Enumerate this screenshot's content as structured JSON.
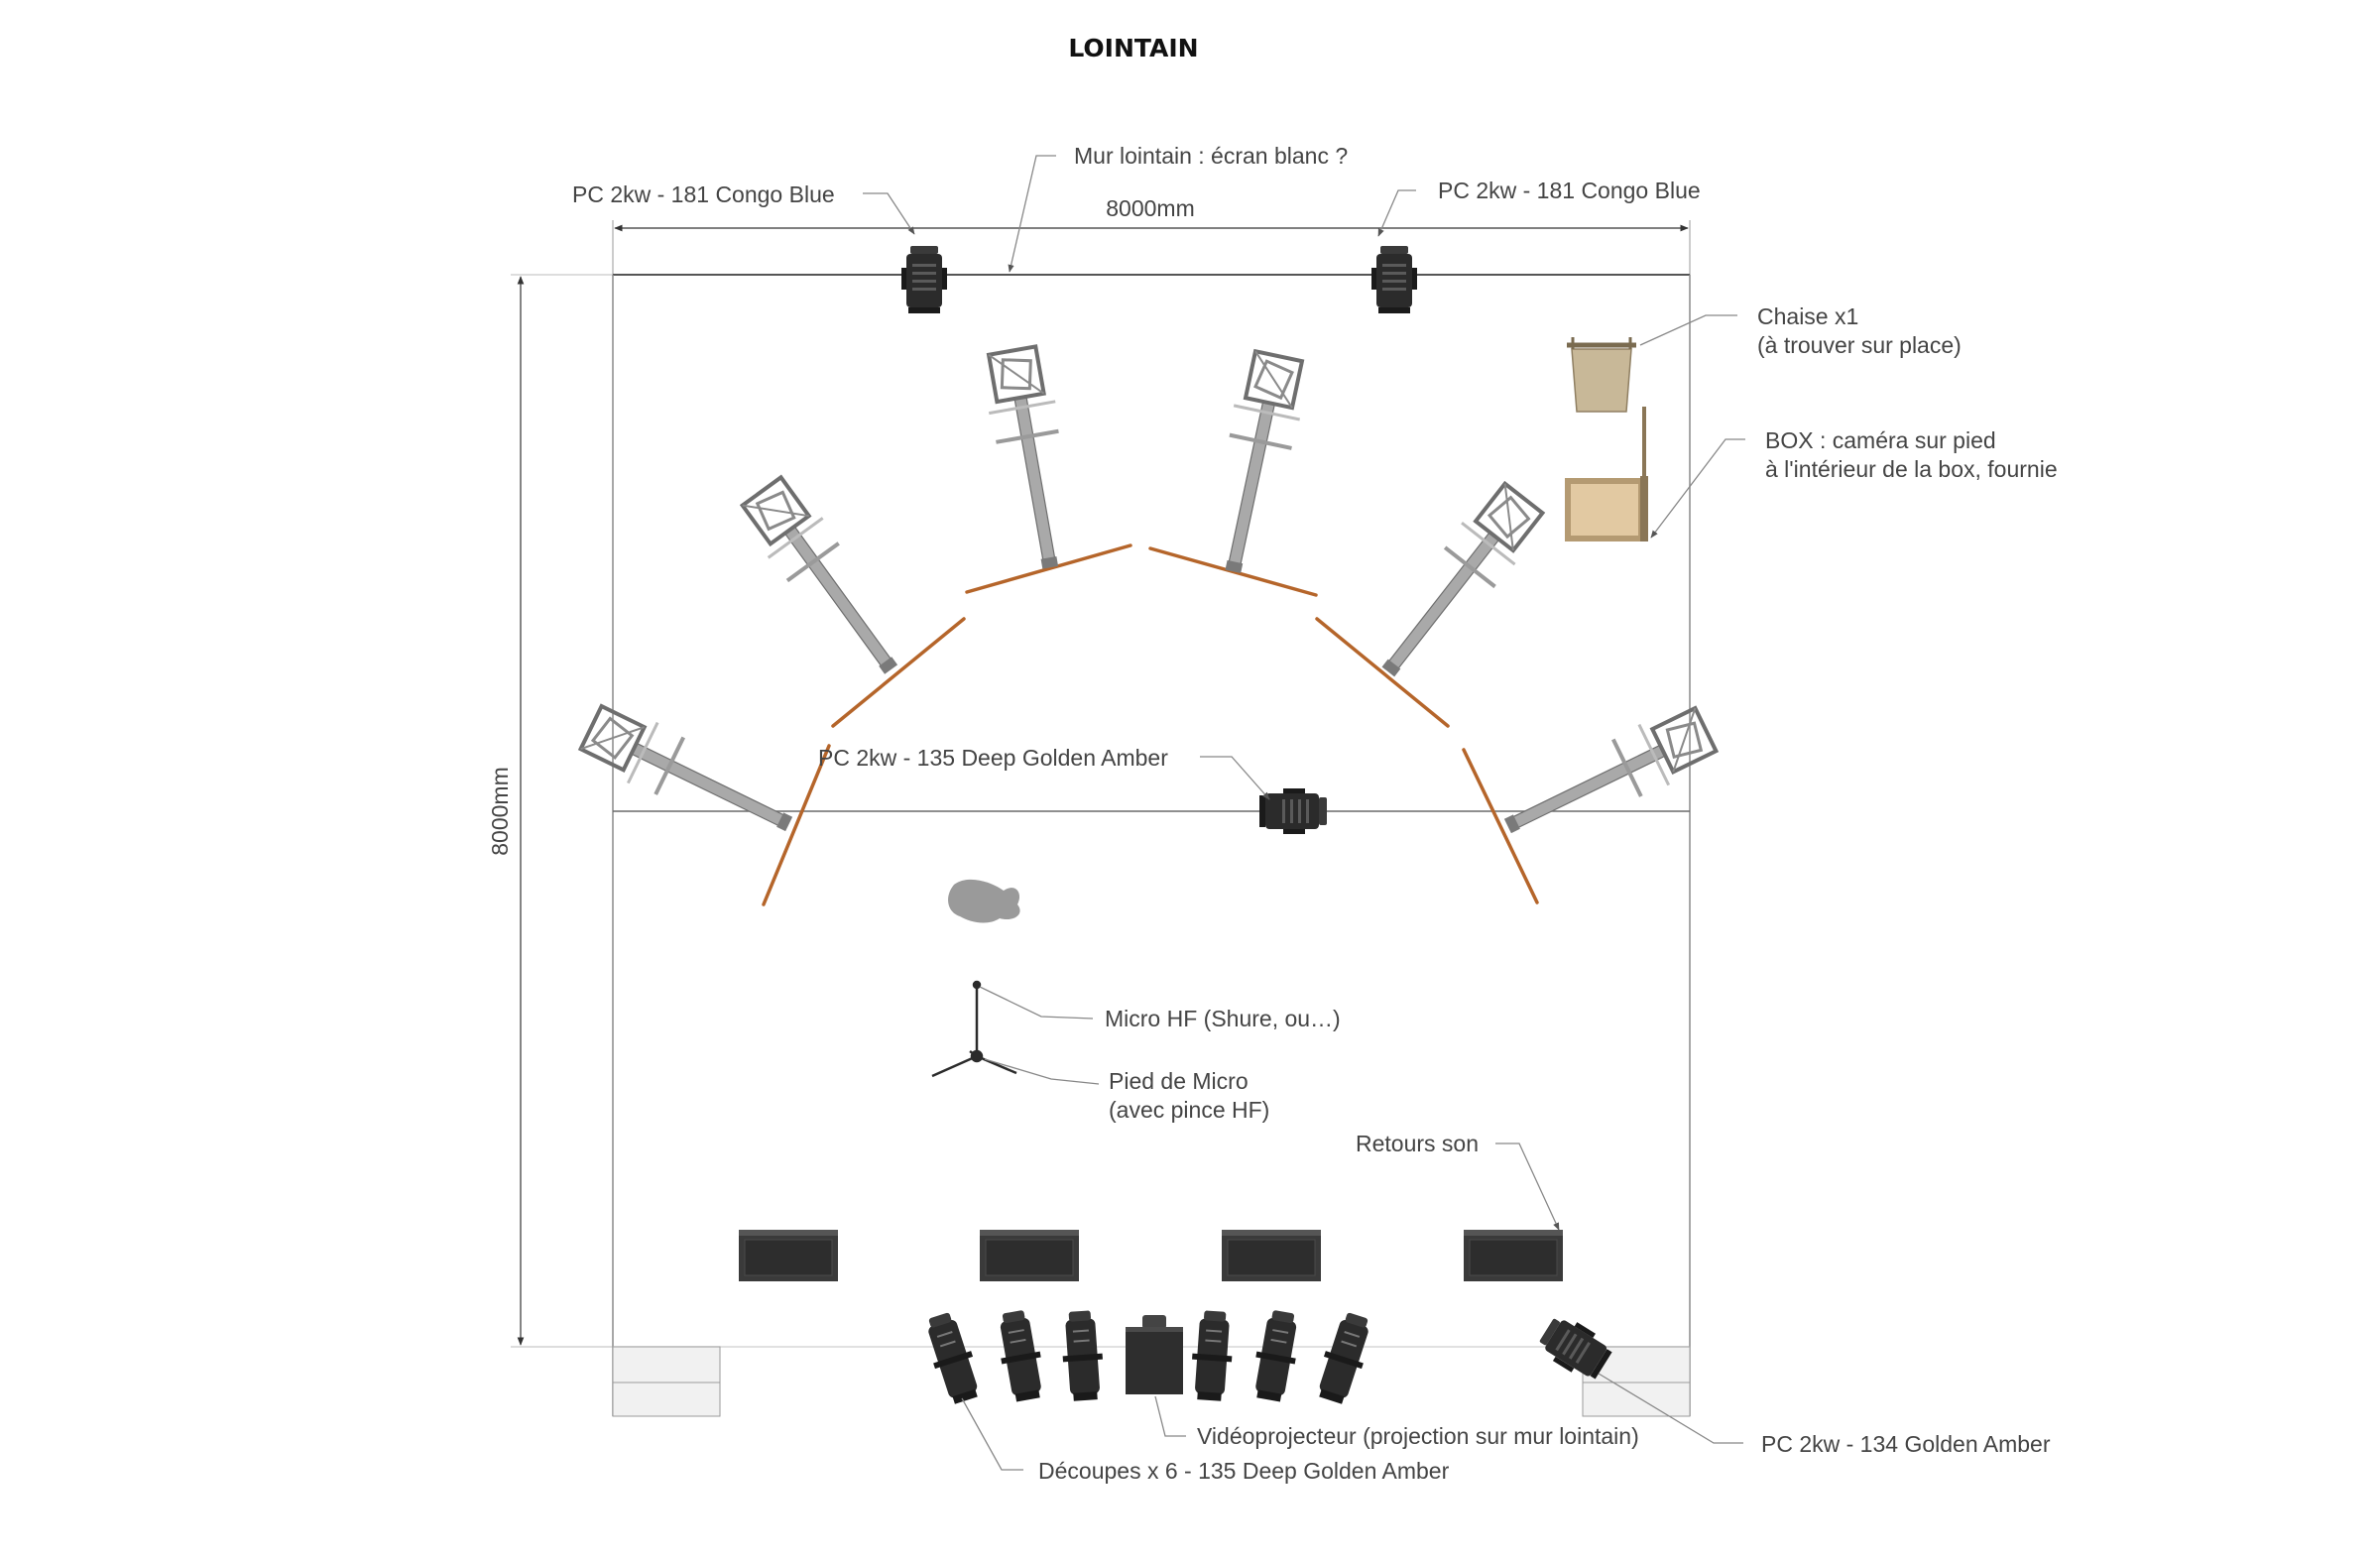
{
  "diagram": {
    "title": "LOINTAIN",
    "dim_width": "8000mm",
    "dim_depth": "8000mm",
    "labels": {
      "mur": "Mur lointain : écran blanc ?",
      "pc_blue_left": "PC 2kw - 181 Congo Blue",
      "pc_blue_right": "PC 2kw - 181 Congo Blue",
      "chaise_1": "Chaise x1",
      "chaise_2": "(à trouver sur place)",
      "box_1": "BOX : caméra sur pied",
      "box_2": "à l'intérieur de la box, fournie",
      "pc_deep": "PC 2kw - 135 Deep Golden Amber",
      "micro_hf": "Micro HF (Shure, ou…)",
      "pied_1": "Pied de Micro",
      "pied_2": "(avec pince HF)",
      "retours": "Retours son",
      "video": "Vidéoprojecteur (projection sur mur lointain)",
      "decoupes": "Découpes x 6 - 135 Deep Golden Amber",
      "pc_golden": "PC 2kw - 134 Golden Amber"
    },
    "colors": {
      "stage_line": "#8a8a8a",
      "wood": "#b5652a",
      "fixture": "#2b2b2b",
      "stand": "#a9a9a9",
      "chair": "#c8b898",
      "box": "#e2c9a2"
    }
  }
}
